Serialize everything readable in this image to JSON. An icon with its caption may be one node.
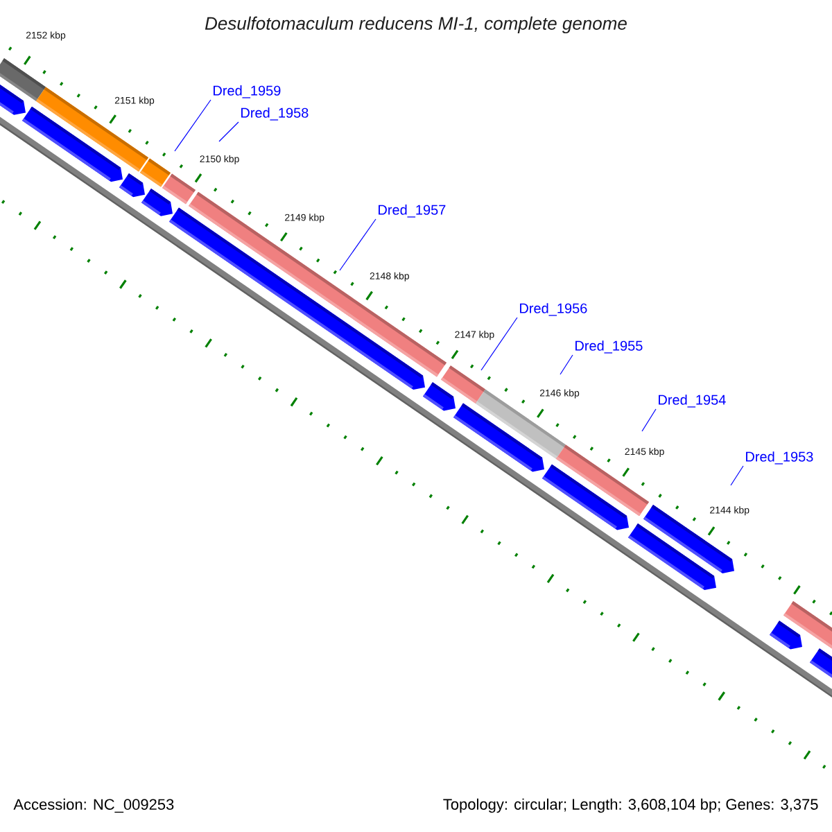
{
  "diagram": {
    "title": "Desulfotomaculum reducens MI-1, complete genome",
    "nodes": [
      {
        "text": [
          "Dred_1959"
        ]
      },
      {
        "text": [
          "Dred_1958"
        ]
      },
      {
        "text": [
          "Dred_1957"
        ]
      },
      {
        "text": [
          "Dred_1956"
        ]
      },
      {
        "text": [
          "Dred_1955"
        ]
      },
      {
        "text": [
          "Dred_1954"
        ]
      },
      {
        "text": [
          "Dred_1953"
        ]
      }
    ],
    "edges": [
      {
        "from": 0,
        "to": null,
        "arrow": "none"
      },
      {
        "from": 1,
        "to": null,
        "arrow": "none"
      },
      {
        "from": 2,
        "to": null,
        "arrow": "none"
      },
      {
        "from": 3,
        "to": null,
        "arrow": "none"
      },
      {
        "from": 4,
        "to": null,
        "arrow": "none"
      },
      {
        "from": 5,
        "to": null,
        "arrow": "none"
      },
      {
        "from": 6,
        "to": null,
        "arrow": "none"
      }
    ],
    "labels": [
      "2152 kbp",
      "2151 kbp",
      "2150 kbp",
      "2149 kbp",
      "2148 kbp",
      "2147 kbp",
      "2146 kbp",
      "2145 kbp",
      "2144 kbp",
      "Accession: NC_009253",
      "Topology: circular; Length: 3,608,104 bp; Genes: 3,375"
    ]
  }
}
